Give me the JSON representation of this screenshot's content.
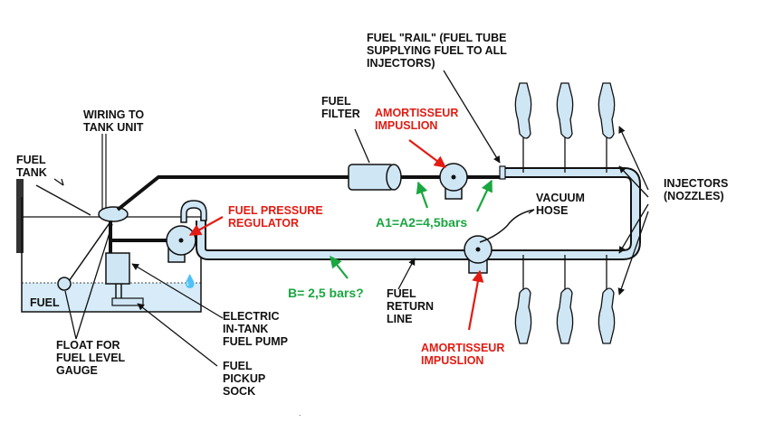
{
  "labels": {
    "fuel_tank": [
      "FUEL",
      "TANK"
    ],
    "wiring": [
      "WIRING TO",
      "TANK UNIT"
    ],
    "fuel_in_tank": "FUEL",
    "fuel_filter": [
      "FUEL",
      "FILTER"
    ],
    "fuel_rail": [
      "FUEL \"RAIL\" (FUEL TUBE",
      "SUPPLYING FUEL TO ALL",
      "INJECTORS)"
    ],
    "injectors": [
      "INJECTORS",
      "(NOZZLES)"
    ],
    "vacuum_hose": [
      "VACUUM",
      "HOSE"
    ],
    "fuel_return": [
      "FUEL",
      "RETURN",
      "LINE"
    ],
    "electric_pump": [
      "ELECTRIC",
      "IN-TANK",
      "FUEL PUMP"
    ],
    "float": [
      "FLOAT FOR",
      "FUEL LEVEL",
      "GAUGE"
    ],
    "pickup_sock": [
      "FUEL",
      "PICKUP",
      "SOCK"
    ]
  },
  "annotations": {
    "amortisseur_top": [
      "AMORTISSEUR",
      "IMPUSLION"
    ],
    "amortisseur_bottom": [
      "AMORTISSEUR",
      "IMPUSLION"
    ],
    "fuel_pressure_regulator": [
      "FUEL PRESSURE",
      "REGULATOR"
    ],
    "pressure_a": "A1=A2=4,5bars",
    "pressure_b": "B= 2,5 bars?"
  },
  "colors": {
    "annotation_red": "#e31b12",
    "annotation_green": "#1aa640",
    "component_fill": "#cfe6f5",
    "fuel_fill": "#d7ecf8",
    "ink": "#111111"
  }
}
